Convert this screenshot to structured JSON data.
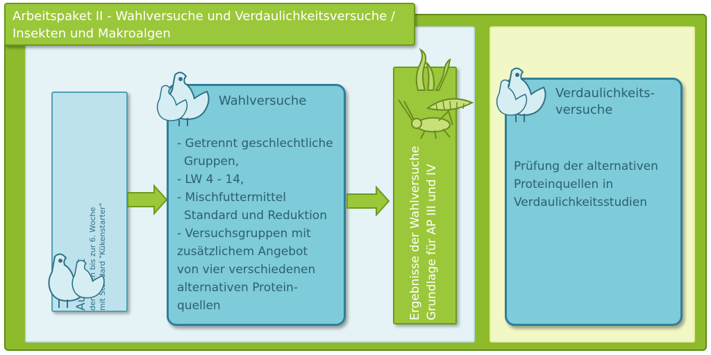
{
  "header": {
    "line1": "Arbeitspaket II - Wahlversuche und Verdaulichkeitsversuche /",
    "line2": "Insekten und Makroalgen"
  },
  "aufzucht": {
    "title": "Aufzucht",
    "line1": "der Küken bis zur 6. Woche",
    "line2": "mit Standard \"Kükenstarter\""
  },
  "wahlversuche": {
    "title": "Wahlversuche",
    "lines": [
      "- Getrennt geschlechtliche",
      "  Gruppen,",
      "- LW 4 - 14,",
      "- Mischfuttermittel",
      "  Standard und Reduktion",
      "- Versuchsgruppen mit",
      "zusätzlichem Angebot",
      "von vier verschiedenen",
      "alternativen Protein-",
      "quellen"
    ]
  },
  "ergebnisse": {
    "line1": "Ergebnisse der Wahlversuche",
    "line2": "Grundlage für AP III und IV"
  },
  "verdaulichkeit": {
    "title_line1": "Verdaulichkeits-",
    "title_line2": "versuche",
    "body": [
      "Prüfung der alternativen",
      "Proteinquellen in",
      "Verdaulichkeitsstudien"
    ]
  },
  "colors": {
    "frame_green": "#8dbb2c",
    "box_blue": "#7ecbd9",
    "text_blue": "#2c5f73",
    "panel_light_blue": "#e6f3f6",
    "panel_light_yellow": "#f2f7c6"
  },
  "icons": [
    "chicken-icon",
    "seaweed-icon",
    "cricket-icon",
    "larva-icon",
    "arrow-right-icon"
  ]
}
